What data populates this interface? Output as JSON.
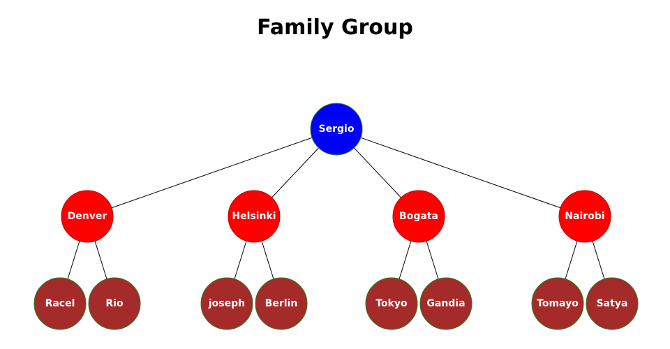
{
  "title": "Family Group",
  "colors": {
    "root_fill": "#0000ff",
    "root_stroke": "#2e8b2e",
    "level1_fill": "#ff0000",
    "level1_stroke": "#c00000",
    "level2_fill": "#a52a2a",
    "level2_stroke": "#2e7d1e",
    "link": "#000000",
    "label": "#ffffff"
  },
  "tree": {
    "name": "Sergio",
    "children": [
      {
        "name": "Denver",
        "children": [
          {
            "name": "Racel"
          },
          {
            "name": "Rio"
          }
        ]
      },
      {
        "name": "Helsinki",
        "children": [
          {
            "name": "joseph"
          },
          {
            "name": "Berlin"
          }
        ]
      },
      {
        "name": "Bogata",
        "children": [
          {
            "name": "Tokyo"
          },
          {
            "name": "Gandia"
          }
        ]
      },
      {
        "name": "Nairobi",
        "children": [
          {
            "name": "Tomayo"
          },
          {
            "name": "Satya"
          }
        ]
      }
    ]
  }
}
